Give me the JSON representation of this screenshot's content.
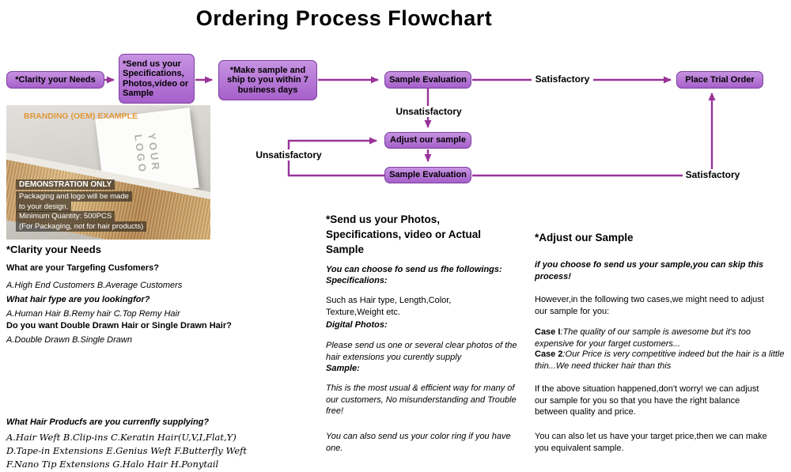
{
  "title": "Ordering Process Flowchart",
  "flow": {
    "nodes": {
      "clarity": "*Clarity your Needs",
      "send_specs": "*Send us your Specifications, Photos,video or Sample",
      "make_sample": "*Make sample and ship to you within 7 business days",
      "sample_eval_1": "Sample Evaluation",
      "place_trial_order": "Place Trial Order",
      "adjust_sample": "Adjust our sample",
      "sample_eval_2": "Sample Evaluation"
    },
    "edge_labels": {
      "satisfactory_top": "Satisfactory",
      "unsatisfactory_top": "Unsatisfactory",
      "unsatisfactory_loop": "Unsatisfactory",
      "satisfactory_bottom": "Satisfactory"
    },
    "colors": {
      "node_fill": "#b06fd4",
      "node_border": "#7d3fa0",
      "arrow": "#993399"
    }
  },
  "photo": {
    "branding_label": "BRANDING (OEM) EXAMPLE",
    "logo_line1": "YOUR",
    "logo_line2": "LOGO",
    "overlay_lines": [
      "DEMONSTRATION ONLY",
      "Packaging and logo will be made",
      "to your design.",
      "Minimum Quantity: 500PCS",
      "(For Packaging, not for hair products)"
    ]
  },
  "left_col": {
    "header": "*Clarity your Needs",
    "q1": "What are your Targefing Cusfomers?",
    "a1": "A.High End Customers    B.Average Customers",
    "q2": "What hair fype are you lookingfor?",
    "a2": "A.Human Hair   B.Remy hair   C.Top Remy Hair",
    "q3": "Do you want Double Drawn Hair or Single Drawn Hair?",
    "a3": "A.Double Drawn    B.Single Drawn",
    "q4": "What Hair Producfs are you currenfly supplying?",
    "a4_line1": "A.Hair Weft B.Clip-ins C.Keratin Hair(U,V,I,Flat,Y)",
    "a4_line2": "D.Tape-in Extensions E.Genius Weft   F.Butterfly Weft",
    "a4_line3": "F.Nano Tip Extensions G.Halo Hair  H.Ponytail"
  },
  "mid_col": {
    "header": "*Send us your Photos, Specifications, video or Actual Sample",
    "intro": "You can choose fo send us fhe followings:",
    "spec_label": "Specificalions:",
    "spec_body": "Such as Hair type, Length,Color, Texture,Weight etc.",
    "photos_label": "Digital Photos:",
    "photos_body": "Please send us one or several clear photos of the hair extensions you  curently supply",
    "sample_label": "Sample:",
    "sample_body": "This is the most usual & efficient way for many of our customers, No misunderstanding and Trouble free!",
    "extra": "You can also send us your color ring if you have one."
  },
  "right_col": {
    "header": "*Adjust our Sample",
    "skip_note": "if you choose fo send us your sample,you can skip this process!",
    "however": "However,in the following two cases,we might need to adjust our sample for you:",
    "case1_label": "Case I",
    "case1_text": ":The quality of our sample is awesome but it's too expensive for your farget customers...",
    "case2_label": "Case 2",
    "case2_text": ":Our Price is very competitive indeed but the hair is a little thin...We need thicker hair than this",
    "happened": "If the above situation happened,don't worry! we can adjust our sample for you so that you have the right balance between quality and price.",
    "target_price": "You can also let us have your target price,then we can make you equivalent sample."
  }
}
